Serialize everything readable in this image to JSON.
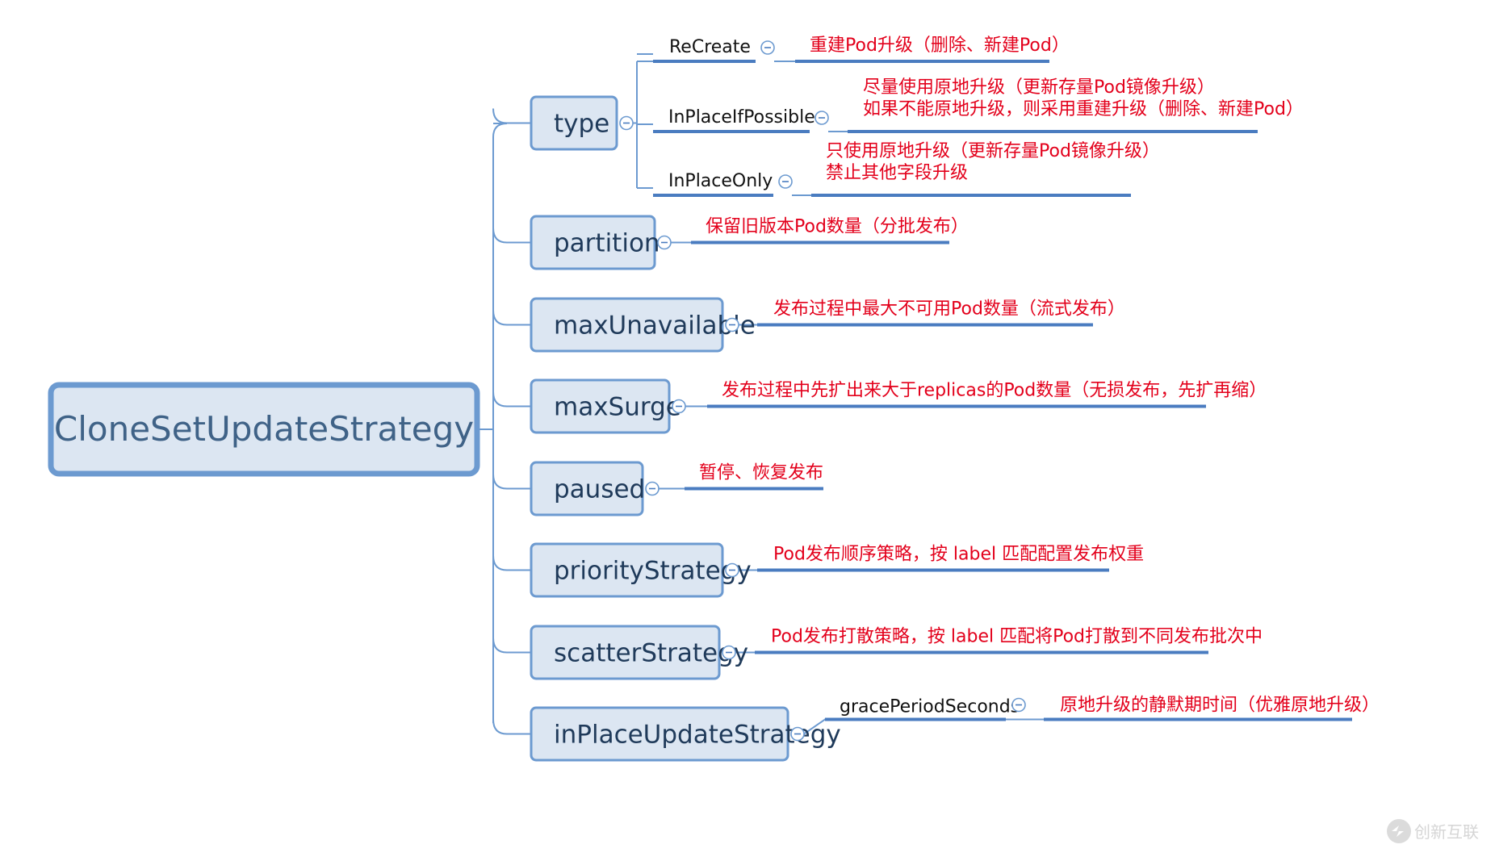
{
  "root": {
    "label": "CloneSetUpdateStrategy"
  },
  "branches": [
    {
      "id": "type",
      "label": "type",
      "children": [
        {
          "key": "ReCreate",
          "desc": [
            "重建Pod升级（删除、新建Pod）"
          ]
        },
        {
          "key": "InPlaceIfPossible",
          "desc": [
            "尽量使用原地升级（更新存量Pod镜像升级）",
            "如果不能原地升级，则采用重建升级（删除、新建Pod）"
          ]
        },
        {
          "key": "InPlaceOnly",
          "desc": [
            "只使用原地升级（更新存量Pod镜像升级）",
            "禁止其他字段升级"
          ]
        }
      ]
    },
    {
      "id": "partition",
      "label": "partition",
      "desc": [
        "保留旧版本Pod数量（分批发布）"
      ]
    },
    {
      "id": "maxUnavailable",
      "label": "maxUnavailable",
      "desc": [
        "发布过程中最大不可用Pod数量（流式发布）"
      ]
    },
    {
      "id": "maxSurge",
      "label": "maxSurge",
      "desc": [
        "发布过程中先扩出来大于replicas的Pod数量（无损发布，先扩再缩）"
      ]
    },
    {
      "id": "paused",
      "label": "paused",
      "desc": [
        "暂停、恢复发布"
      ]
    },
    {
      "id": "priorityStrategy",
      "label": "priorityStrategy",
      "desc": [
        "Pod发布顺序策略，按 label 匹配配置发布权重"
      ]
    },
    {
      "id": "scatterStrategy",
      "label": "scatterStrategy",
      "desc": [
        "Pod发布打散策略，按 label 匹配将Pod打散到不同发布批次中"
      ]
    },
    {
      "id": "inPlaceUpdateStrategy",
      "label": "inPlaceUpdateStrategy",
      "children": [
        {
          "key": "gracePeriodSeconds",
          "desc": [
            "原地升级的静默期时间（优雅原地升级）"
          ]
        }
      ]
    }
  ],
  "watermark": {
    "text": "创新互联"
  },
  "colors": {
    "node_fill": "#dce6f2",
    "node_stroke": "#6c9ad0",
    "desc_text": "#e3001b",
    "underline": "#4a7cc0"
  }
}
